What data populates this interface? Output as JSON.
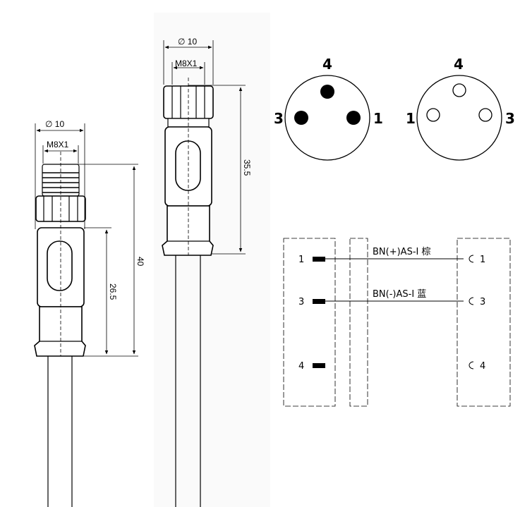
{
  "left_connector": {
    "diameter": "∅ 10",
    "thread": "M8X1",
    "length_total": "40",
    "length_body": "26.5"
  },
  "right_connector": {
    "diameter": "∅ 10",
    "thread": "M8X1",
    "length": "35.5"
  },
  "male_face": {
    "pin_top": "4",
    "pin_left": "3",
    "pin_right": "1"
  },
  "female_face": {
    "pin_top": "4",
    "pin_left": "1",
    "pin_right": "3"
  },
  "wiring": {
    "left_pins": [
      "1",
      "3",
      "4"
    ],
    "right_pins": [
      "1",
      "3",
      "4"
    ],
    "wire1_label": "BN(+)AS-I 棕",
    "wire2_label": "BN(-)AS-I 蓝"
  }
}
